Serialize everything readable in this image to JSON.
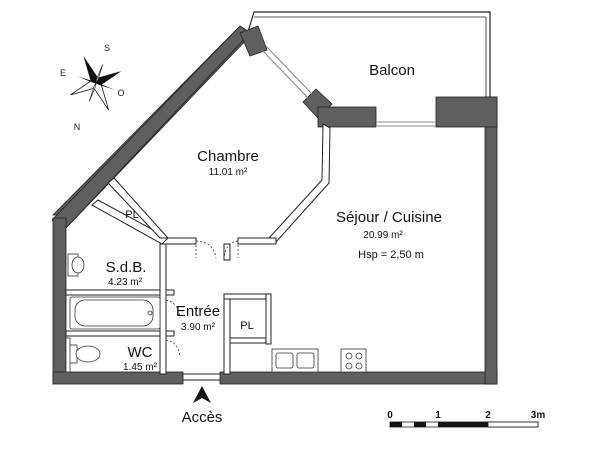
{
  "rooms": {
    "balcon": {
      "name": "Balcon"
    },
    "chambre": {
      "name": "Chambre",
      "area": "11.01 m²"
    },
    "sejour": {
      "name": "Séjour / Cuisine",
      "area": "20.99 m²",
      "ceiling": "Hsp =  2,50 m"
    },
    "sdb": {
      "name": "S.d.B.",
      "area": "4.23 m²"
    },
    "entree": {
      "name": "Entrée",
      "area": "3.90 m²"
    },
    "wc": {
      "name": "WC",
      "area": "1.45 m²"
    },
    "placard_chambre": {
      "name": "PL"
    },
    "placard_entree": {
      "name": "PL"
    }
  },
  "entrance": {
    "label": "Accès"
  },
  "compass": {
    "n": "N",
    "s": "S",
    "e": "E",
    "o": "O"
  },
  "scale": {
    "ticks": [
      "0",
      "1",
      "2",
      "3m"
    ]
  },
  "colors": {
    "wall": "#5f5f5f",
    "line": "#222222",
    "background": "#ffffff"
  }
}
